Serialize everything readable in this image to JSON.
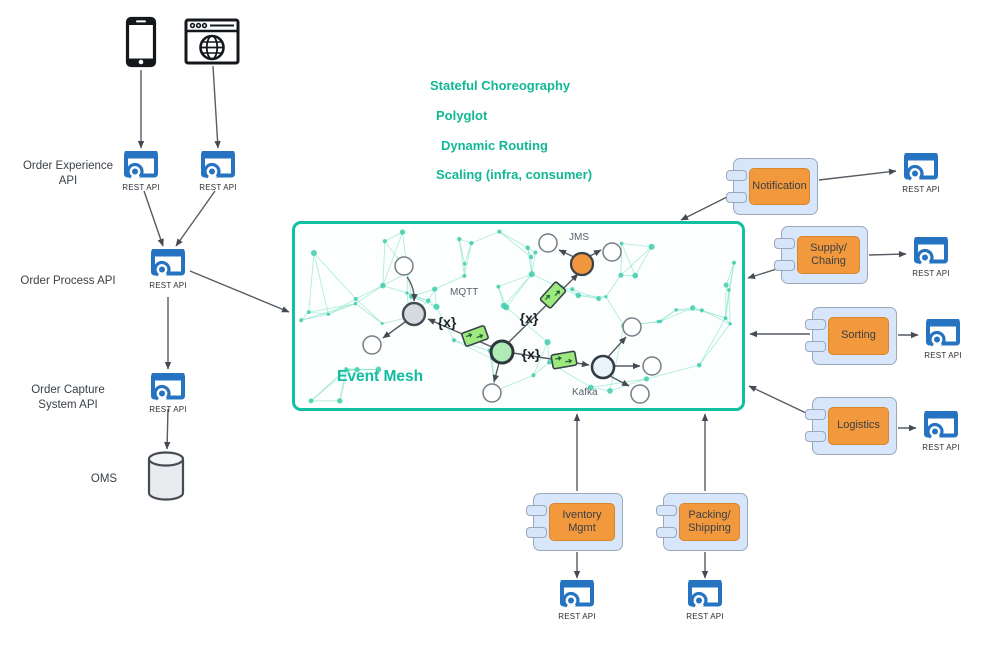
{
  "labels": {
    "rest_api": "REST API",
    "oms": "OMS"
  },
  "flow": {
    "order_experience": "Order Experience API",
    "order_process": "Order Process API",
    "order_capture": "Order Capture System API"
  },
  "features": [
    "Stateful Choreography",
    "Polyglot",
    "Dynamic Routing",
    "Scaling (infra, consumer)"
  ],
  "mesh": {
    "title": "Event Mesh",
    "protocols": {
      "mqtt": "MQTT",
      "jms": "JMS",
      "kafka": "Kafka"
    },
    "transform_glyph": "{x}"
  },
  "components": {
    "notification": "Notification",
    "supply": "Supply/ Chaing",
    "sorting": "Sorting",
    "logistics": "Logistics",
    "inventory": "Iventory Mgmt",
    "packing": "Packing/ Shipping"
  },
  "icons": {
    "phone": "smartphone-icon",
    "browser": "web-browser-icon",
    "database": "database-cylinder-icon",
    "rest": "rest-api-icon",
    "queue": "message-queue-icon"
  },
  "colors": {
    "mesh_border": "#0FC0A3",
    "feature_text": "#12B896",
    "api_blue": "#2673C2",
    "component_fill": "#D8E6FB",
    "component_border": "#9AA8BA",
    "module_orange": "#F2983D",
    "queue_green": "#9DE97E",
    "jms_node_orange": "#F2953F"
  }
}
